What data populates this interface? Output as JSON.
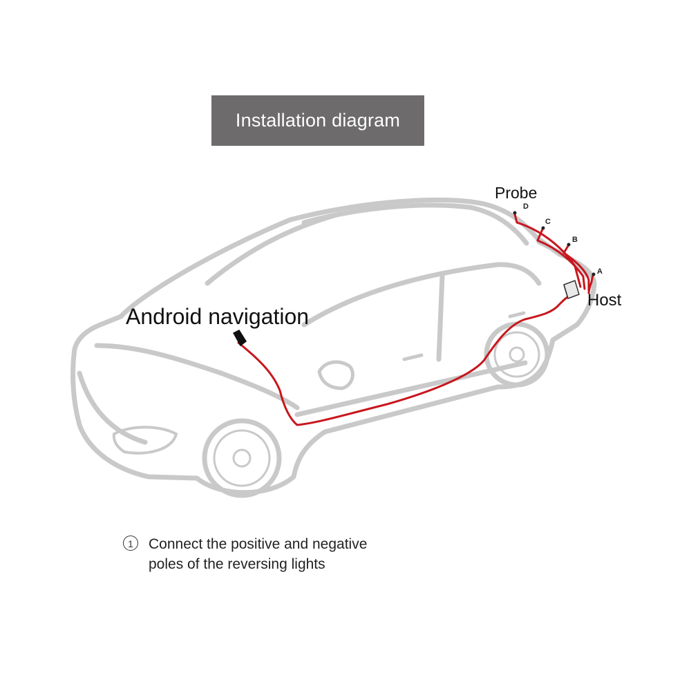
{
  "title": "Installation diagram",
  "labels": {
    "probe": "Probe",
    "host": "Host",
    "android_navigation": "Android navigation"
  },
  "probe_points": [
    "D",
    "C",
    "B",
    "A"
  ],
  "note": {
    "number": "1",
    "line1": "Connect the positive and negative",
    "line2": "poles of the reversing lights"
  },
  "colors": {
    "title_bg": "#6d6b6b",
    "wire": "#c8161d",
    "car_outline": "#c9c9c9"
  }
}
